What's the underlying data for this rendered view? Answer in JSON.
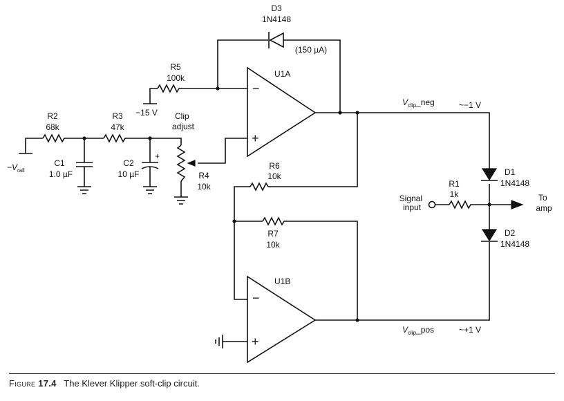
{
  "components": {
    "d3": {
      "ref": "D3",
      "part": "1N4148",
      "note": "(150 µA)"
    },
    "r5": {
      "ref": "R5",
      "value": "100k"
    },
    "u1a": {
      "ref": "U1A"
    },
    "u1b": {
      "ref": "U1B"
    },
    "r2": {
      "ref": "R2",
      "value": "68k"
    },
    "r3": {
      "ref": "R3",
      "value": "47k"
    },
    "c1": {
      "ref": "C1",
      "value": "1.0 µF"
    },
    "c2": {
      "ref": "C2",
      "value": "10 µF"
    },
    "r4": {
      "ref": "R4",
      "value": "10k"
    },
    "r6": {
      "ref": "R6",
      "value": "10k"
    },
    "r7": {
      "ref": "R7",
      "value": "10k"
    },
    "r1": {
      "ref": "R1",
      "value": "1k"
    },
    "d1": {
      "ref": "D1",
      "part": "1N4148"
    },
    "d2": {
      "ref": "D2",
      "part": "1N4148"
    }
  },
  "labels": {
    "minus15v": "−15 V",
    "clip_adjust_line1": "Clip",
    "clip_adjust_line2": "adjust",
    "vrail_sign": "−V",
    "vrail_sub": "rail",
    "opamp_minus": "−",
    "opamp_plus": "+",
    "cap_plus": "+",
    "vclip_neg_v": "V",
    "vclip_neg_sub": "clip",
    "vclip_neg_suffix": "_neg",
    "vclip_neg_value": "~−1 V",
    "vclip_pos_v": "V",
    "vclip_pos_sub": "clip",
    "vclip_pos_suffix": "_pos",
    "vclip_pos_value": "~+1 V",
    "signal_input_line1": "Signal",
    "signal_input_line2": "input",
    "to_amp_line1": "To",
    "to_amp_line2": "amp"
  },
  "caption": {
    "figure_word": "Figure",
    "figure_number": "17.4",
    "text": "The Klever Klipper soft-clip circuit."
  }
}
